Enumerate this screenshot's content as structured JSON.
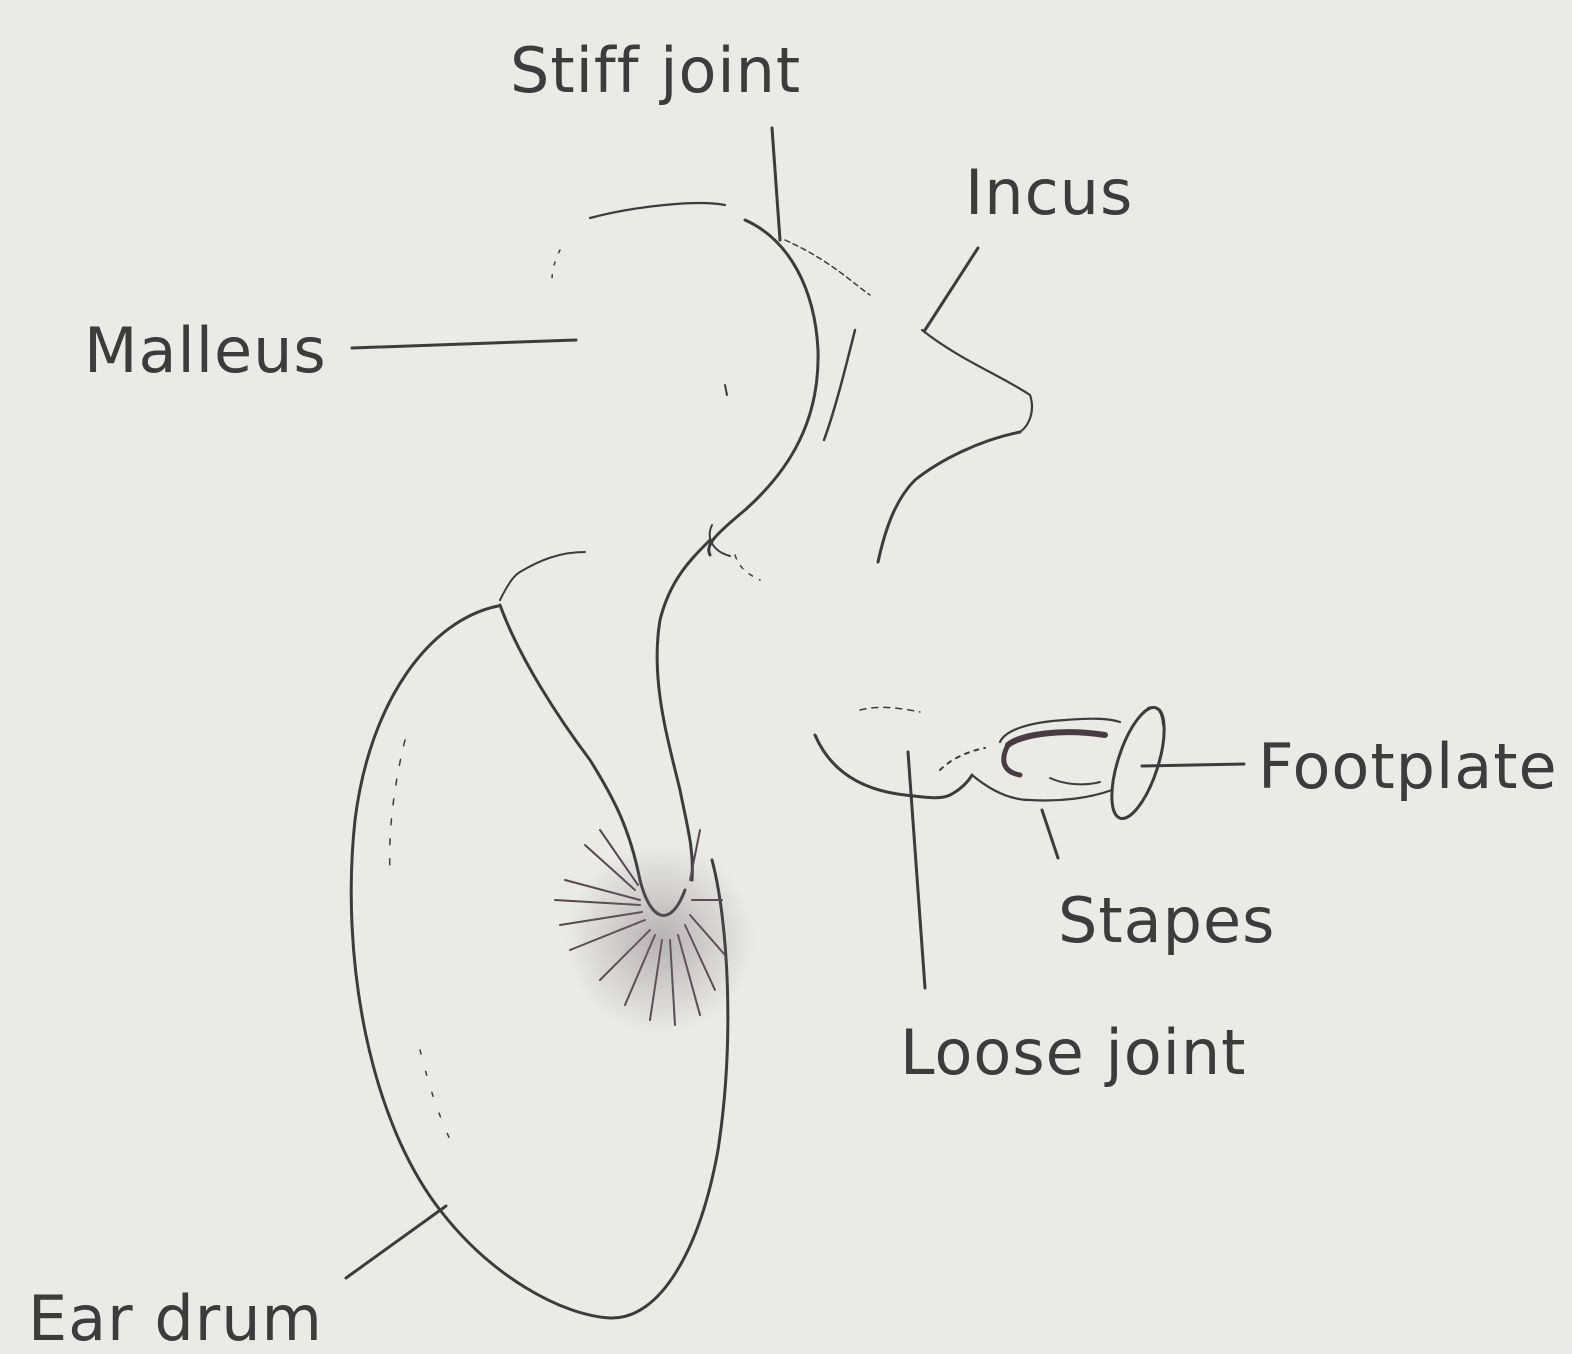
{
  "labels": {
    "stiff_joint": "Stiff joint",
    "incus": "Incus",
    "malleus": "Malleus",
    "footplate": "Footplate",
    "stapes": "Stapes",
    "loose_joint": "Loose joint",
    "ear_drum": "Ear drum"
  },
  "colors": {
    "background": "#ebebe6",
    "ink": "#3c3c3c",
    "umbo": "#6e5560"
  }
}
